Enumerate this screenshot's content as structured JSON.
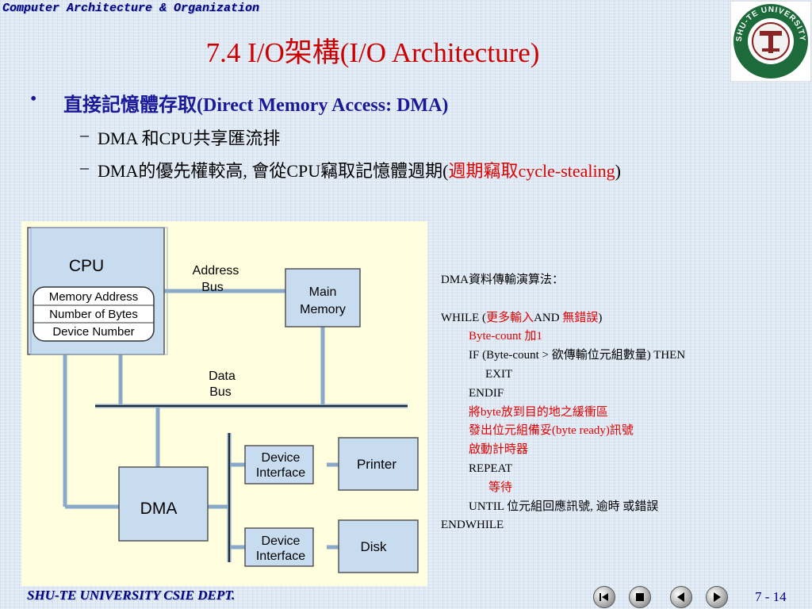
{
  "header": {
    "course_title": "Computer Architecture & Organization",
    "slide_title": "7.4 I/O架構(I/O Architecture)"
  },
  "logo": {
    "text": "SHU-TE UNIVERSITY",
    "colors": {
      "ring": "#1d6b3a",
      "inner": "#ffffff",
      "letter": "#8b2323"
    }
  },
  "bullets": {
    "main_zh": "直接記憶體存取",
    "main_en": "(Direct Memory Access: DMA)",
    "sub1": "DMA 和CPU共享匯流排",
    "sub2_prefix": "DMA的優先權較高, 會從CPU竊取記憶體週期(",
    "sub2_red": "週期竊取cycle-stealing",
    "sub2_suffix": ")"
  },
  "diagram": {
    "cpu_label": "CPU",
    "registers": [
      "Memory Address",
      "Number of Bytes",
      "Device Number"
    ],
    "address_bus": [
      "Address",
      "Bus"
    ],
    "main_memory": [
      "Main",
      "Memory"
    ],
    "data_bus": [
      "Data",
      "Bus"
    ],
    "dma_label": "DMA",
    "device_interface_1": [
      "Device",
      "Interface"
    ],
    "device_interface_2": [
      "Device",
      "Interface"
    ],
    "printer": "Printer",
    "disk": "Disk",
    "colors": {
      "box": "#c8dcf0",
      "background": "#ffffe0"
    }
  },
  "algorithm": {
    "title": "DMA資料傳輸演算法：",
    "while_prefix": "WHILE (",
    "while_red1": "更多輸入",
    "while_and": "AND ",
    "while_red2": "無錯誤",
    "while_suffix": ")",
    "line_bytecount": "Byte-count 加1",
    "line_if": "IF (Byte-count > 欲傳輸位元組數量) THEN",
    "line_exit": "EXIT",
    "line_endif": "ENDIF",
    "line_put": "將byte放到目的地之緩衝區",
    "line_signal": "發出位元組備妥(byte ready)訊號",
    "line_timer": "啟動計時器",
    "line_repeat": "REPEAT",
    "line_wait": "等待",
    "line_until": "UNTIL 位元組回應訊號, 逾時 或錯誤",
    "line_endwhile": "ENDWHILE"
  },
  "footer": {
    "dept": "SHU-TE UNIVERSITY  CSIE DEPT.",
    "page": "7 - 14",
    "nav_icons": [
      "first-slide-icon",
      "stop-icon",
      "previous-slide-icon",
      "next-slide-icon"
    ]
  }
}
